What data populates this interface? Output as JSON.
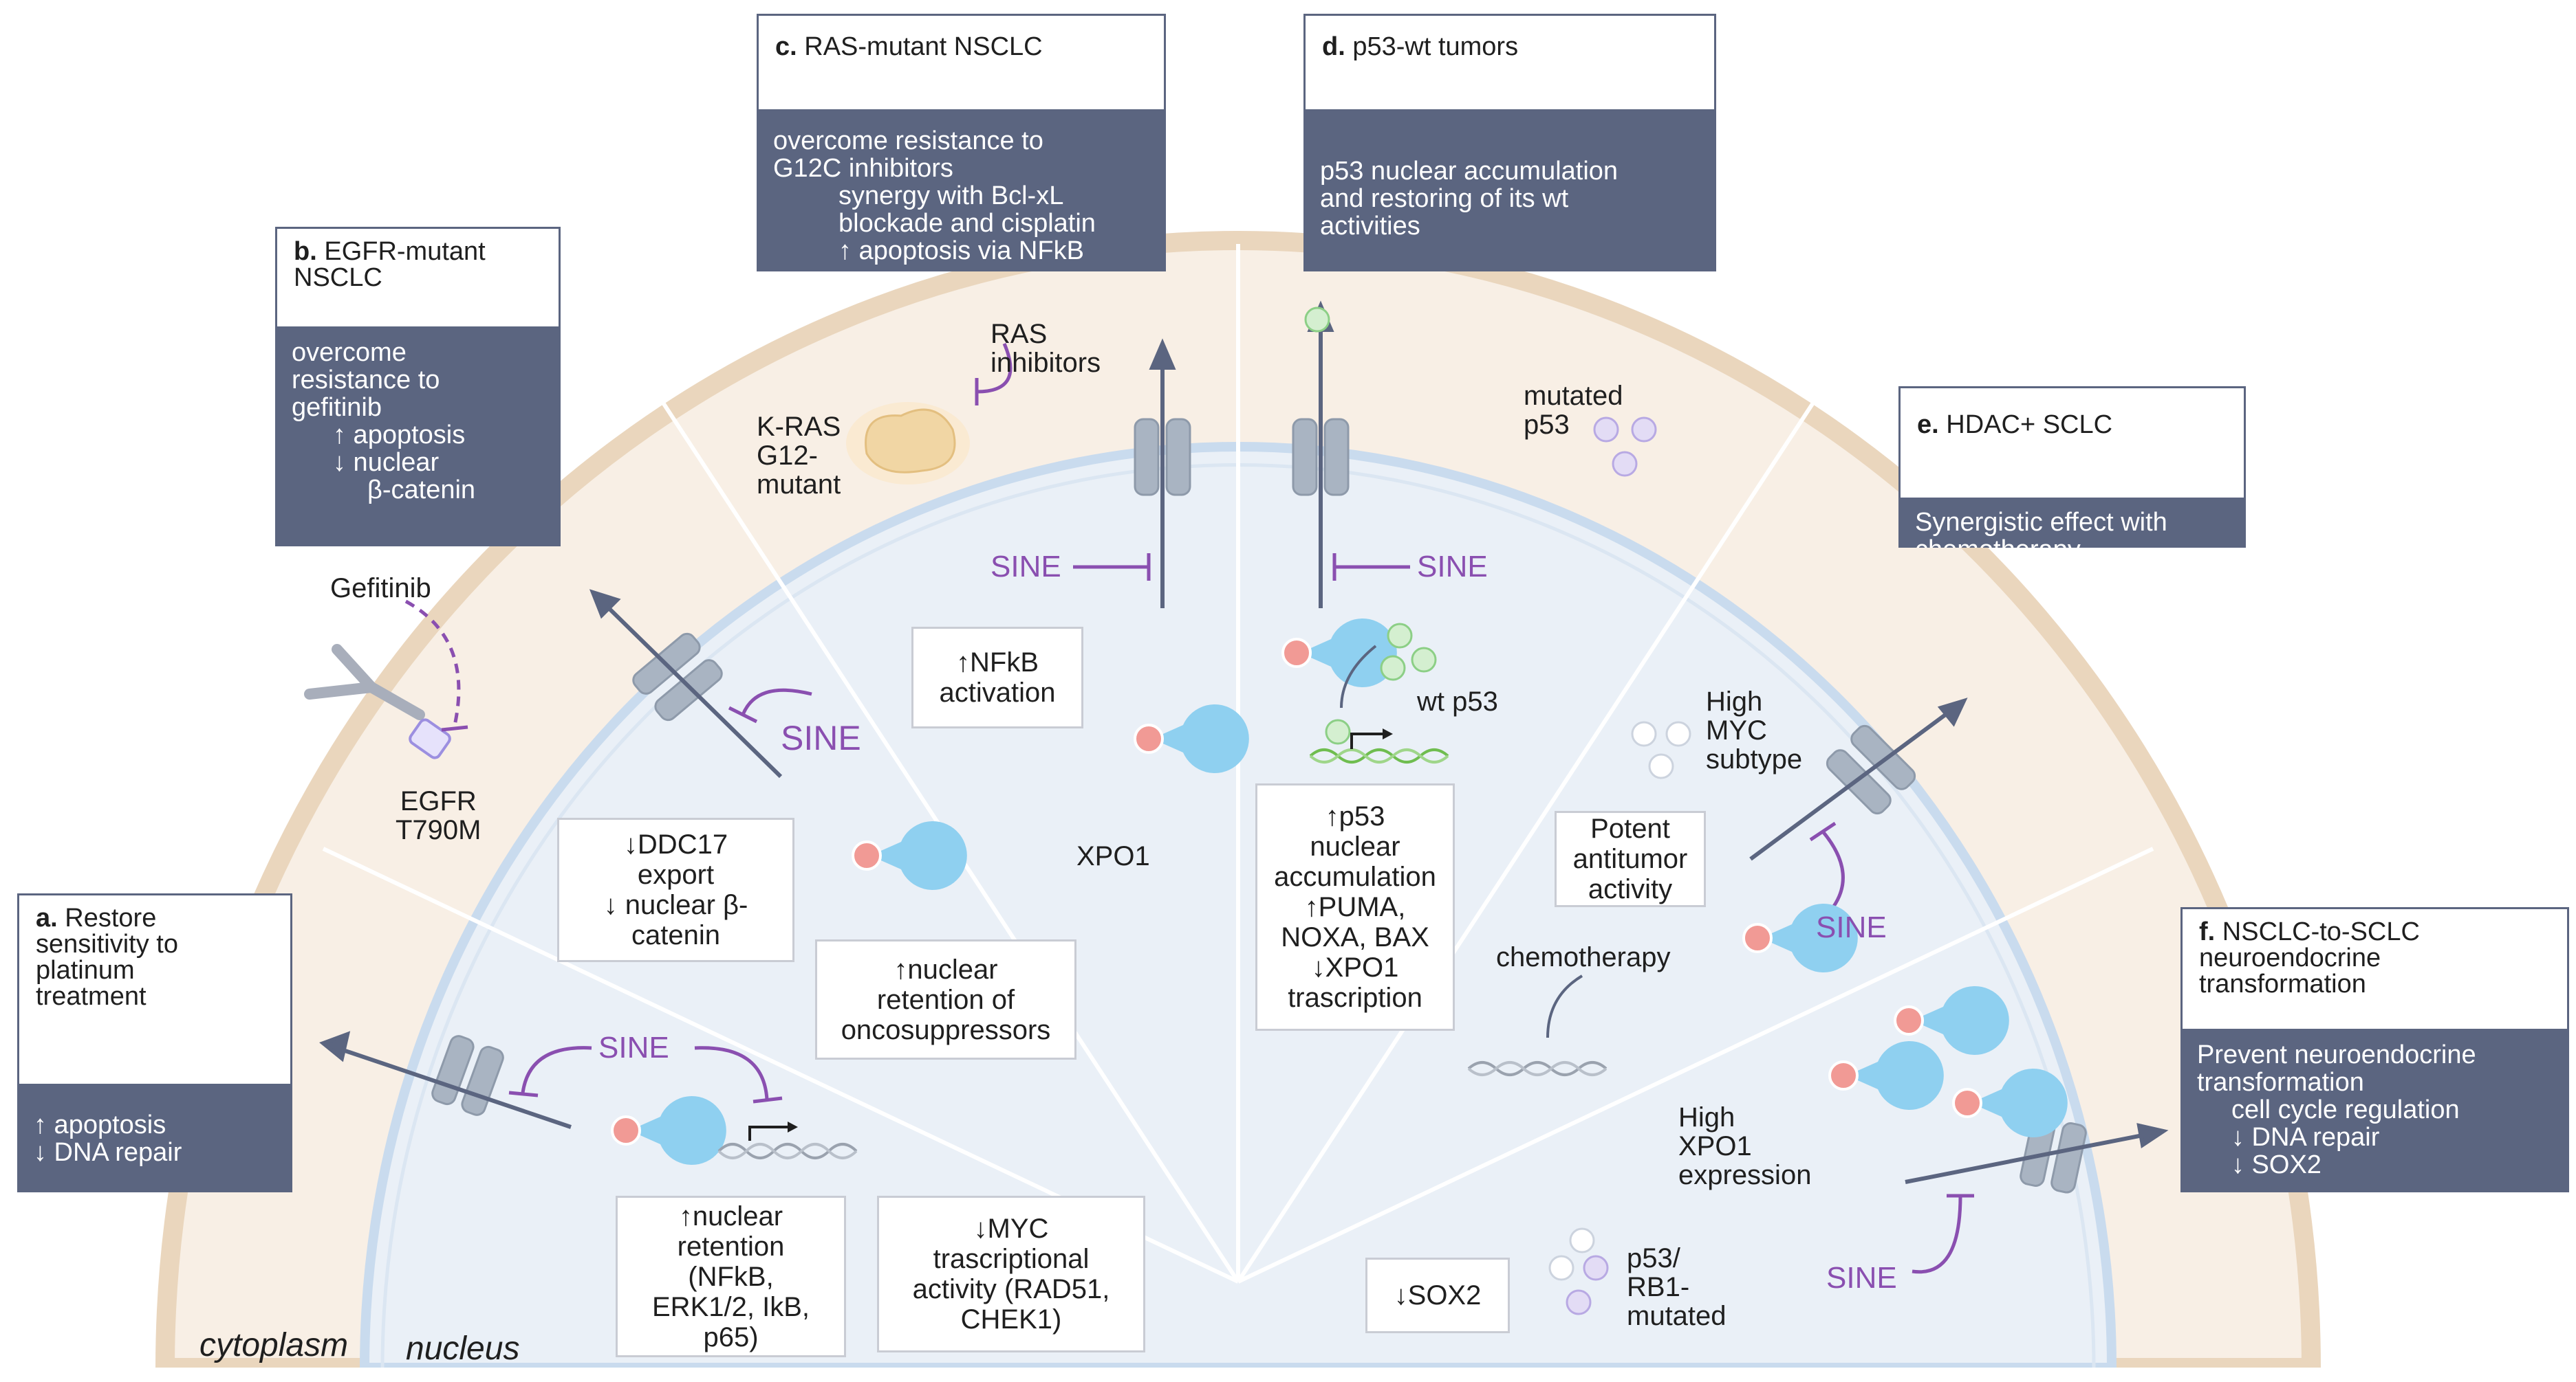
{
  "panels": {
    "a": {
      "letter": "a.",
      "title_lines": [
        "Restore",
        "sensitivity to",
        "platinum",
        "treatment"
      ],
      "body_lines": [
        "↑ apoptosis",
        "↓ DNA repair"
      ]
    },
    "b": {
      "letter": "b.",
      "title_lines": [
        "EGFR-mutant",
        "NSCLC"
      ],
      "body_lines": [
        "overcome",
        "resistance to",
        "gefitinib",
        "↑ apoptosis",
        "↓ nuclear",
        "β-catenin"
      ]
    },
    "c": {
      "letter": "c.",
      "title_lines": [
        "RAS-mutant NSCLC"
      ],
      "body_lines": [
        "overcome resistance to",
        "G12C inhibitors",
        "synergy with Bcl-xL",
        "blockade and cisplatin",
        "↑ apoptosis via NFkB"
      ]
    },
    "d": {
      "letter": "d.",
      "title_lines": [
        "p53-wt tumors"
      ],
      "body_lines": [
        "p53 nuclear accumulation",
        "and restoring of its wt",
        "activities"
      ]
    },
    "e": {
      "letter": "e.",
      "title_lines": [
        "HDAC+ SCLC"
      ],
      "body_lines": [
        "Synergistic effect with",
        "chemotherapy"
      ]
    },
    "f": {
      "letter": "f.",
      "title_lines": [
        "NSCLC-to-SCLC",
        "neuroendocrine",
        "transformation"
      ],
      "body_lines": [
        "Prevent neuroendocrine",
        "transformation",
        "cell cycle regulation",
        "↓ DNA repair",
        "↓ SOX2"
      ]
    }
  },
  "boxes": {
    "nfkb_activation": [
      "↑NFkB",
      "activation"
    ],
    "ddc17": [
      "↓DDC17",
      "export",
      "↓ nuclear β-",
      "catenin"
    ],
    "oncosuppressors": [
      "↑nuclear",
      "retention of",
      "oncosuppressors"
    ],
    "nuclear_retention": [
      "↑nuclear",
      "retention",
      "(NFkB,",
      "ERK1/2, IkB,",
      "p65)"
    ],
    "myc": [
      "↓MYC",
      "trascriptional",
      "activity (RAD51,",
      "CHEK1)"
    ],
    "p53_accum": [
      "↑p53",
      "nuclear",
      "accumulation",
      "↑PUMA,",
      "NOXA, BAX",
      "↓XPO1",
      "trascription"
    ],
    "potent": [
      "Potent",
      "antitumor",
      "activity"
    ],
    "sox2": [
      "↓SOX2"
    ]
  },
  "labels": {
    "sine": "SINE",
    "gefitinib": "Gefitinib",
    "egfr": [
      "EGFR",
      "T790M"
    ],
    "kras": [
      "K-RAS",
      "G12-",
      "mutant"
    ],
    "ras_inhibitors": [
      "RAS",
      "inhibitors"
    ],
    "mutated_p53": [
      "mutated",
      "p53"
    ],
    "wt_p53": "wt p53",
    "xpo1": "XPO1",
    "high_myc": [
      "High",
      "MYC",
      "subtype"
    ],
    "chemotherapy": "chemotherapy",
    "high_xpo1": [
      "High",
      "XPO1",
      "expression"
    ],
    "p53_rb1": [
      "p53/",
      "RB1-",
      "mutated"
    ],
    "cytoplasm": "cytoplasm",
    "nucleus": "nucleus"
  },
  "colors": {
    "panel_body": "#5b6580",
    "cytoplasm_fill": "#f8efe5",
    "cell_border": "#ead6bd",
    "nucleus_fill": "#eaf0f7",
    "nucleus_border": "#c9dbee",
    "sine_purple": "#8a4fb0",
    "xpo1_blue": "#8fd0f0",
    "cargo_pink": "#f19a95"
  }
}
